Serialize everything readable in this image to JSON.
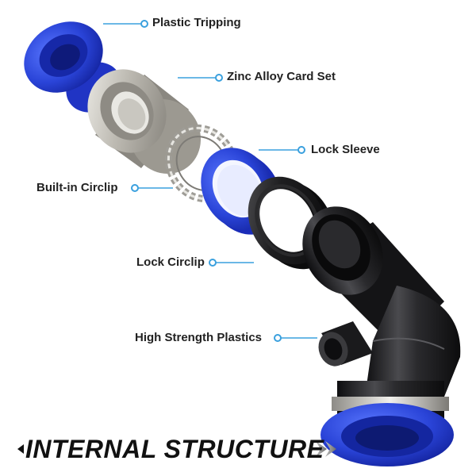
{
  "labels": {
    "plastic_tripping": "Plastic Tripping",
    "zinc_alloy_card_set": "Zinc Alloy Card Set",
    "lock_sleeve": "Lock Sleeve",
    "built_in_circlip": "Built-in Circlip",
    "lock_circlip": "Lock Circlip",
    "high_strength_plastics": "High Strength Plastics"
  },
  "title": "INTERNAL STRUCTURE",
  "colors": {
    "accent_blue": "#2f4fe0",
    "leader_line": "#3aa0de",
    "zinc_alloy": "#c8c6c0",
    "plastic_black": "#1c1c1e"
  },
  "icons": {
    "leader_dot": "circle-dot",
    "title_arrow": "chevron-right"
  }
}
